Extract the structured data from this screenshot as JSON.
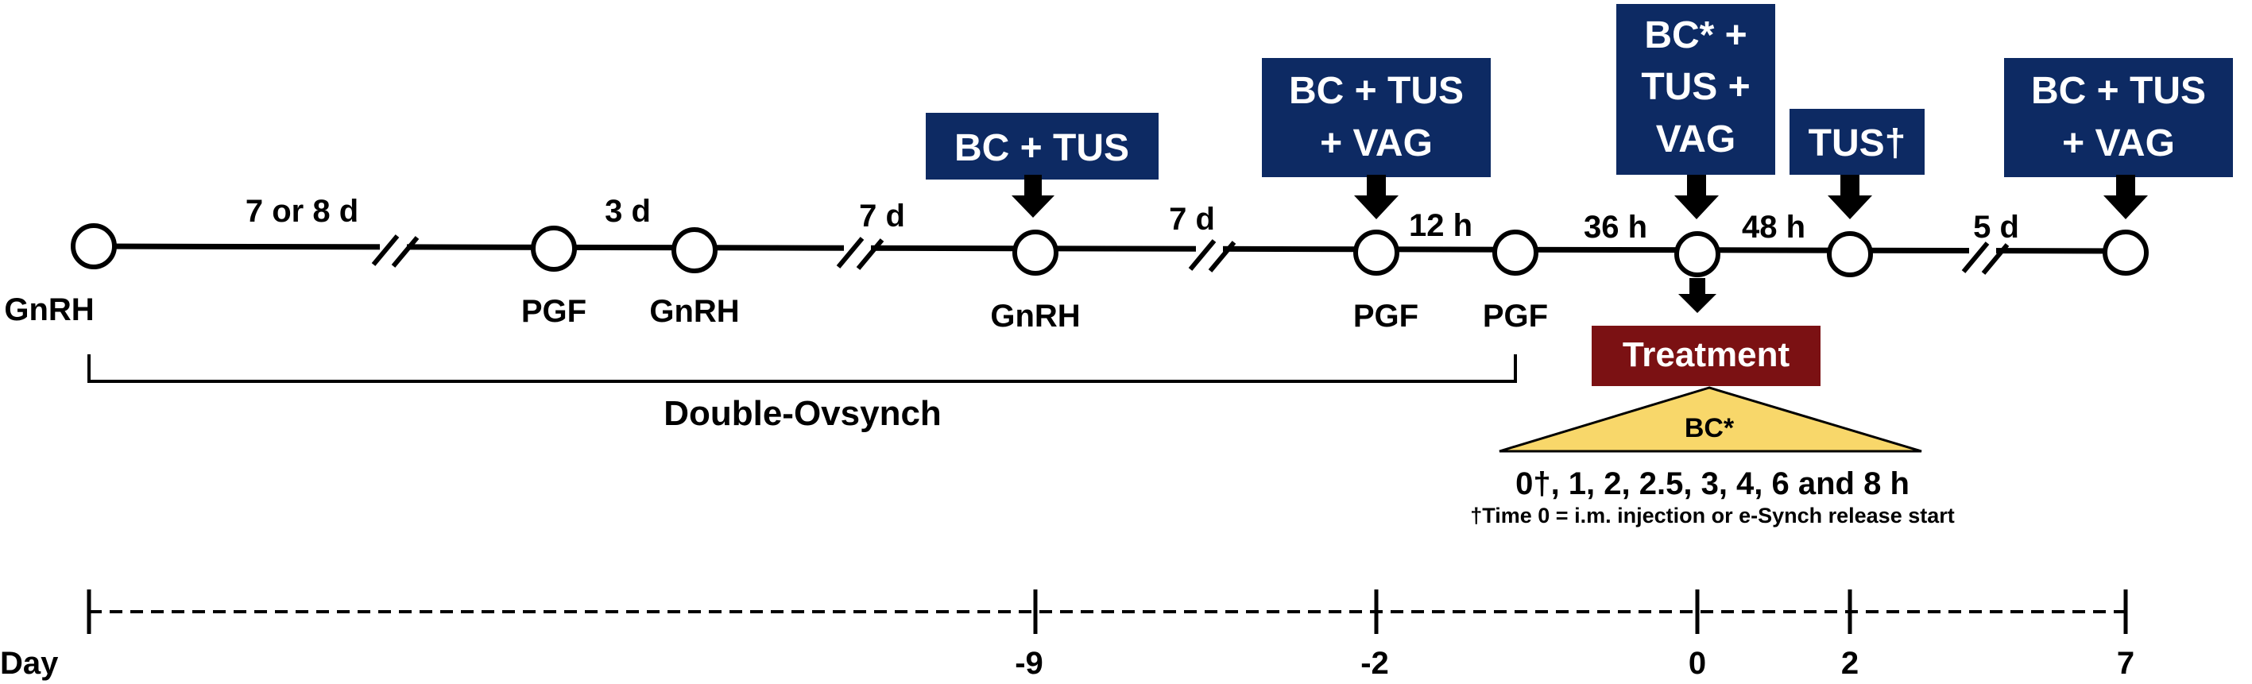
{
  "timeline": {
    "nodes": [
      "GnRH",
      "PGF",
      "GnRH",
      "GnRH",
      "PGF",
      "PGF",
      "",
      "",
      ""
    ],
    "intervals": [
      "7 or 8 d",
      "3 d",
      "7 d",
      "7 d",
      "12 h",
      "36 h",
      "48 h",
      "5 d"
    ]
  },
  "boxes": {
    "b1": [
      "BC + TUS"
    ],
    "b2": [
      "BC + TUS",
      "+ VAG"
    ],
    "b3": [
      "BC* +",
      "TUS +",
      "VAG"
    ],
    "b4": [
      "TUS†"
    ],
    "b5": [
      "BC + TUS",
      "+ VAG"
    ]
  },
  "bracket_label": "Double-Ovsynch",
  "treatment": {
    "label": "Treatment",
    "triangle_label": "BC*",
    "times": "0†, 1, 2, 2.5, 3, 4, 6 and 8 h",
    "footnote": "†Time 0 = i.m. injection or e-Synch release start"
  },
  "day_axis": {
    "label": "Day",
    "ticks": [
      "-9",
      "-2",
      "0",
      "2",
      "7"
    ]
  },
  "colors": {
    "box": "#0d2a63",
    "treatment": "#7b1113",
    "triangle": "#f8d76a",
    "line": "#000000"
  }
}
